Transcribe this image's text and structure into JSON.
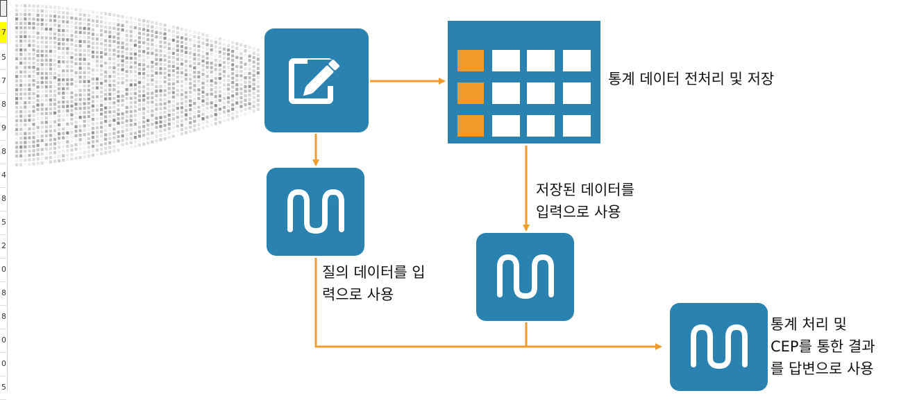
{
  "colors": {
    "accent_blue": "#2a82b0",
    "arrow_orange": "#f39a2d",
    "cell_orange": "#f39a2d"
  },
  "icons": {
    "edit": "edit-note-icon",
    "wave": "pulse-wave-icon",
    "table": "data-table-icon"
  },
  "left_edge": {
    "selected_digit": "7",
    "digits": [
      "5",
      "7",
      "8",
      "9",
      "8",
      "4",
      "8",
      "5",
      "2",
      "0",
      "8",
      "8",
      "0",
      "0",
      "5"
    ]
  },
  "labels": {
    "preprocess": "통계 데이터 전처리 및 저장",
    "stored_input": [
      "저장된 데이터를",
      "입력으로 사용"
    ],
    "query_input": [
      "질의  데이터를 입",
      "력으로 사용"
    ],
    "result_answer": [
      "통계 처리 및",
      "CEP를 통한 결과",
      "를  답변으로 사용"
    ]
  }
}
